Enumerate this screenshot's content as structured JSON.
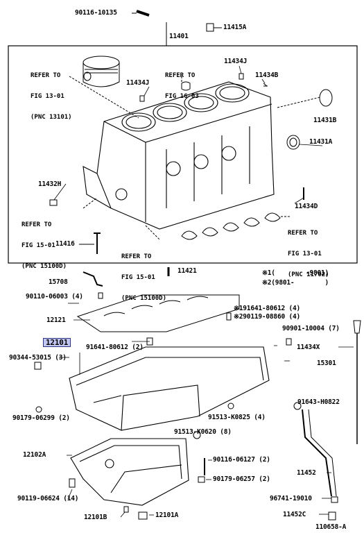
{
  "parts": {
    "p90116_10135": "90116-10135",
    "p11415A": "11415A",
    "p11401": "11401",
    "p11434J_top": "11434J",
    "p11434B": "11434B",
    "p11434J_left": "11434J",
    "p11431B": "11431B",
    "p11431A": "11431A",
    "p11432H": "11432H",
    "p11434D": "11434D",
    "p11416": "11416",
    "p11421": "11421",
    "p15708": "15708",
    "p90110_06003": "90110-06003 (4)",
    "p12121": "12121",
    "p91641_80612_4": "91641-80612 (4)",
    "p90119_08860": "90119-08860 (4)",
    "p90901_10004": "90901-10004 (7)",
    "p12101": "12101",
    "p91641_80612_2": "91641-80612 (2)",
    "p11434X": "11434X",
    "p90344_53015": "90344-53015 (3)",
    "p15301": "15301",
    "p91643_H0822": "91643-H0822",
    "p90179_06299": "90179-06299 (2)",
    "p91513_K0825": "91513-K0825 (4)",
    "p91513_K0620": "91513-K0620 (8)",
    "p12102A": "12102A",
    "p90116_06127": "90116-06127 (2)",
    "p90179_06257": "90179-06257 (2)",
    "p11452": "11452",
    "p90119_06624": "90119-06624 (14)",
    "p96741_19010": "96741-19010",
    "p12101B": "12101B",
    "p12101A": "12101A",
    "p11452C": "11452C",
    "figure_id": "110658-A"
  },
  "refs": {
    "ref1": [
      "REFER TO",
      "FIG 13-01",
      "(PNC 13101)"
    ],
    "ref2": [
      "REFER TO",
      "FIG 16-03"
    ],
    "ref3": [
      "REFER TO",
      "FIG 15-01",
      "(PNC 15100D)"
    ],
    "ref4": [
      "REFER TO",
      "FIG 15-01",
      "(PNC 15100D)"
    ],
    "ref5": [
      "REFER TO",
      "FIG 13-01",
      "(PNC 11702)"
    ]
  },
  "markers": {
    "m1": "※1",
    "m2": "※2",
    "range1": "(        -9801)",
    "range2": "(9801-        )"
  },
  "colors": {
    "highlight": "#c3c8f3",
    "line": "#000000"
  }
}
